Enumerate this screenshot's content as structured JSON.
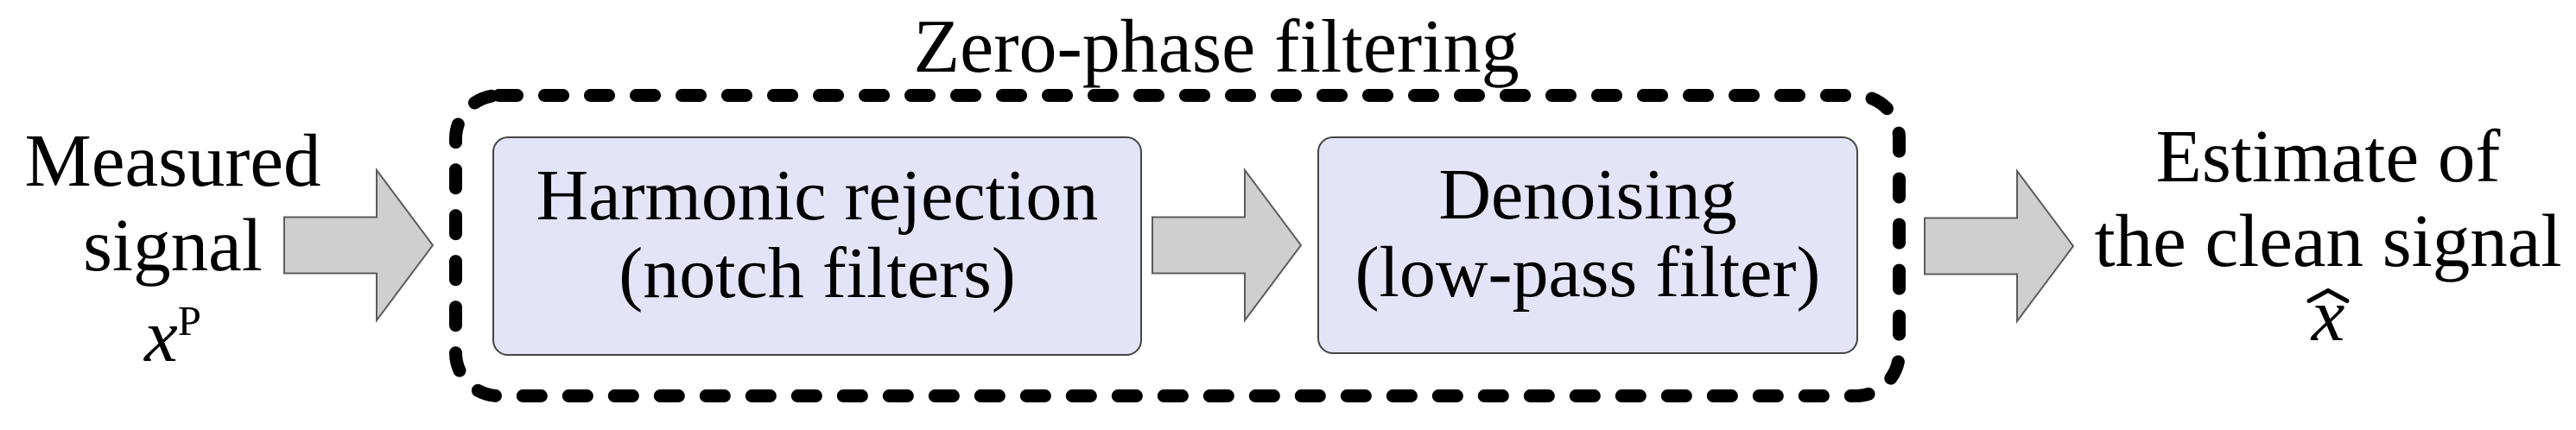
{
  "diagram": {
    "title": "Zero-phase filtering",
    "input_label": {
      "line1": "Measured",
      "line2": "signal",
      "symbol_base": "x",
      "symbol_superscript": "P"
    },
    "blocks": [
      {
        "line1": "Harmonic rejection",
        "line2": "(notch filters)"
      },
      {
        "line1": "Denoising",
        "line2": "(low-pass filter)"
      }
    ],
    "output_label": {
      "line1": "Estimate of",
      "line2": "the clean signal",
      "symbol_base": "x",
      "symbol_accent": "circumflex"
    },
    "colors": {
      "background": "#ffffff",
      "text_color": "#000000",
      "block_fill": "#e4e4f8",
      "block_border": "#454545",
      "arrow_fill": "#cfcfcf",
      "arrow_border": "#5c5c5c",
      "dash_color": "#000000"
    }
  }
}
